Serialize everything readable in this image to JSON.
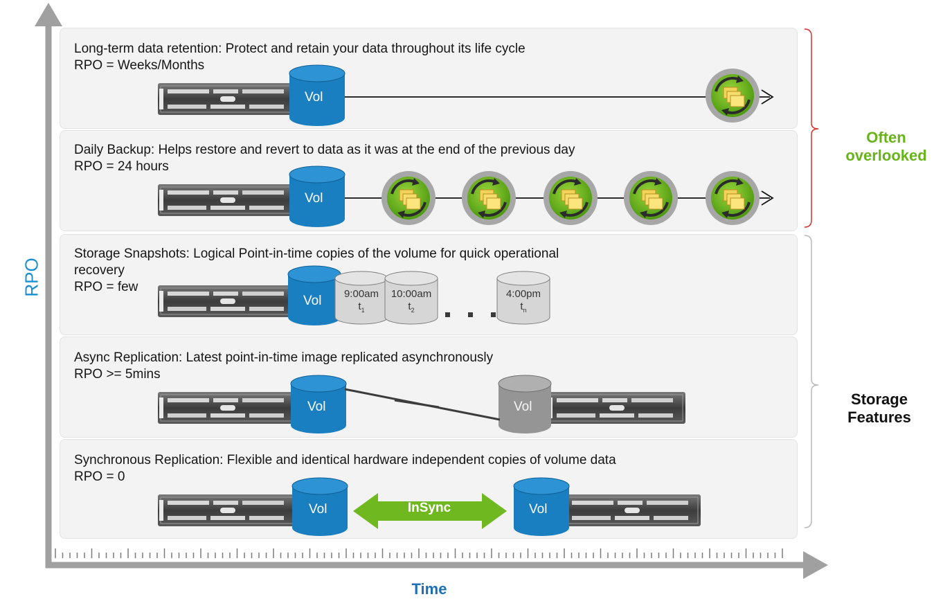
{
  "axes": {
    "y_label": "RPO",
    "x_label": "Time"
  },
  "panels": [
    {
      "title": "Long-term data retention: Protect and retain your data throughout its life cycle",
      "rpo": "RPO = Weeks/Months",
      "vol_label": "Vol"
    },
    {
      "title": "Daily Backup: Helps restore and revert to data as it was at the end of the previous day",
      "rpo": "RPO = 24 hours",
      "vol_label": "Vol"
    },
    {
      "title": "Storage Snapshots: Logical Point-in-time copies of the volume for quick operational",
      "title_line2": "recovery",
      "rpo": "RPO = few",
      "vol_label": "Vol",
      "snapshots": [
        {
          "time": "9:00am",
          "t": "t",
          "sub": "1"
        },
        {
          "time": "10:00am",
          "t": "t",
          "sub": "2"
        },
        {
          "time": "4:00pm",
          "t": "t",
          "sub": "n"
        }
      ]
    },
    {
      "title": "Async Replication: Latest point-in-time image replicated asynchronously",
      "rpo": "RPO >= 5mins",
      "vol_label": "Vol",
      "remote_vol_label": "Vol"
    },
    {
      "title": "Synchronous Replication: Flexible and identical hardware independent copies of volume data",
      "rpo": "RPO = 0",
      "vol_label": "Vol",
      "remote_vol_label": "Vol",
      "link_label": "InSync"
    }
  ],
  "brackets": {
    "top_label_line1": "Often",
    "top_label_line2": "overlooked",
    "bottom_label_line1": "Storage",
    "bottom_label_line2": "Features"
  },
  "colors": {
    "axis_gray": "#999999",
    "rpo_blue": "#1a8fd0",
    "time_blue": "#1a6fb5",
    "vol_blue": "#1a7fc1",
    "often_green": "#69b31a",
    "bracket_red": "#d9302a",
    "insync_green": "#6fb81f"
  },
  "icons": [
    "server-icon",
    "volume-cylinder-icon",
    "backup-archive-icon",
    "snapshot-cylinder-icon"
  ]
}
